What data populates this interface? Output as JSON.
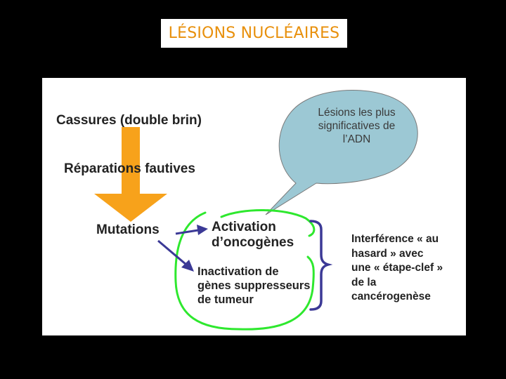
{
  "title": "LÉSIONS NUCLÉAIRES",
  "diagram": {
    "cassures": "Cassures (double brin)",
    "reparations": "Réparations fautives",
    "mutations": "Mutations",
    "activation": [
      "Activation",
      "d’oncogènes"
    ],
    "inactivation": [
      "Inactivation de",
      "gènes suppresseurs",
      "de tumeur"
    ],
    "bubble": [
      "Lésions les plus",
      "significatives de",
      "l’ADN"
    ],
    "interference": [
      "Interférence  « au",
      "hasard » avec",
      "une « étape-clef »",
      "de la",
      "cancérogenèse"
    ]
  },
  "colors": {
    "title_text": "#e8900c",
    "big_arrow": "#f7a21b",
    "bubble_fill": "#9cc8d4",
    "arrows_and_brace": "#3b3996",
    "green_circle": "#2ee82e"
  }
}
